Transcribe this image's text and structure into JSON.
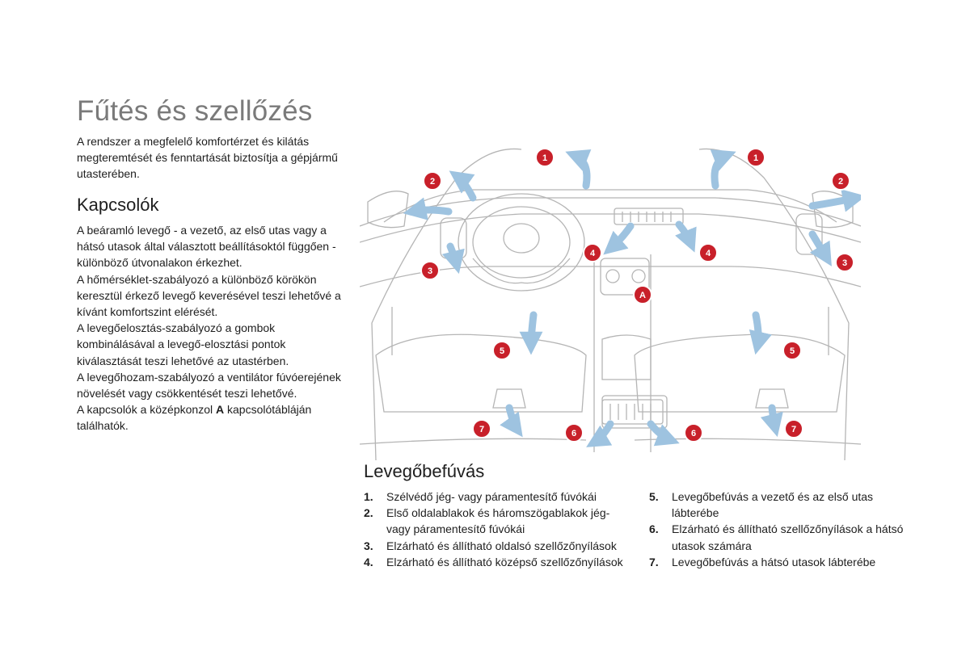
{
  "title": "Fűtés és szellőzés",
  "intro": "A rendszer a megfelelő komfortérzet és kilátás megteremtését és fenntartását biztosítja a gépjármű utasterében.",
  "kapcsolok": {
    "heading": "Kapcsolók",
    "p1": "A beáramló levegő - a vezető, az első utas vagy a hátsó utasok által választott beállításoktól függően - különböző útvonalakon érkezhet.",
    "p2": "A hőmérséklet-szabályozó a különböző körökön keresztül érkező levegő keverésével teszi lehetővé a kívánt komfortszint elérését.",
    "p3": "A levegőelosztás-szabályozó a gombok kombinálásával a levegő-elosztási pontok kiválasztását teszi lehetővé az utastérben.",
    "p4": "A levegőhozam-szabályozó a ventilátor fúvóerejének növelését vagy csökkentését teszi lehetővé.",
    "p5_pre": "A kapcsolók a középkonzol ",
    "p5_bold": "A",
    "p5_post": " kapcsolótábláján találhatók."
  },
  "levegobefuvas": {
    "heading": "Levegőbefúvás",
    "items": [
      {
        "num": "1.",
        "text": "Szélvédő jég- vagy páramentesítő fúvókái"
      },
      {
        "num": "2.",
        "text": "Első oldalablakok és háromszögablakok jég- vagy páramentesítő fúvókái"
      },
      {
        "num": "3.",
        "text": "Elzárható és állítható oldalsó szellőzőnyílások"
      },
      {
        "num": "4.",
        "text": "Elzárható és állítható középső szellőzőnyílások"
      },
      {
        "num": "5.",
        "text": "Levegőbefúvás a vezető és az első utas lábterébe"
      },
      {
        "num": "6.",
        "text": "Elzárható és állítható szellőzőnyílások a hátsó utasok számára"
      },
      {
        "num": "7.",
        "text": "Levegőbefúvás a hátsó utasok lábterébe"
      }
    ]
  },
  "diagram": {
    "badges": [
      "1",
      "1",
      "2",
      "2",
      "3",
      "3",
      "4",
      "4",
      "5",
      "5",
      "6",
      "6",
      "7",
      "7",
      "A"
    ],
    "badge_color": "#c8202a",
    "arrow_color": "#9ec3e0",
    "line_color": "#b5b5b5"
  }
}
